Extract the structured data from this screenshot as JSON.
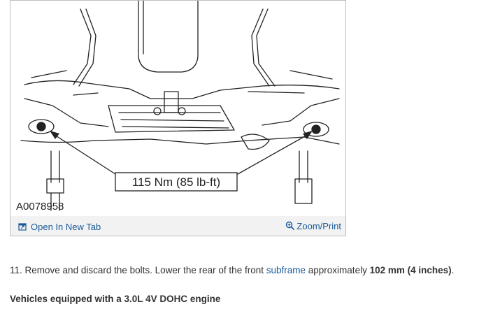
{
  "figure": {
    "torque_callout": "115 Nm (85 lb-ft)",
    "figure_id": "A0078958",
    "open_tab_label": "Open In New Tab",
    "zoom_print_label": "Zoom/Print",
    "icons": [
      "open-in-new-tab-icon",
      "magnifier-icon"
    ]
  },
  "step": {
    "number": "11.",
    "text_before": "Remove and discard the bolts. Lower the rear of the front",
    "link_text": "subframe",
    "text_middle": "approximately",
    "bold_value": "102 mm (4 inches)",
    "text_end": "."
  },
  "section_heading": "Vehicles equipped with a 3.0L 4V DOHC engine",
  "colors": {
    "link": "#1a5a99",
    "body_text": "#333333",
    "footer_bg": "#f2f2f2",
    "border": "#bfbfbf"
  }
}
